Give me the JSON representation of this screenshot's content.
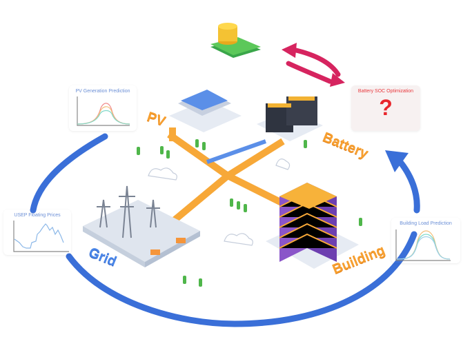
{
  "cards": {
    "pv_prediction": {
      "title": "PV Generation Prediction"
    },
    "battery_soc": {
      "title": "Battery SOC Optimization",
      "symbol": "?"
    },
    "usep_prices": {
      "title": "USEP Floating Prices"
    },
    "building_load": {
      "title": "Building Load Prediction"
    }
  },
  "labels": {
    "pv": "PV",
    "battery": "Battery",
    "grid": "Grid",
    "building": "Building"
  },
  "colors": {
    "cycle_arrow": "#3a6fd8",
    "exchange_arrow": "#d6245f",
    "road": "#f7a838",
    "label_orange": "#f7a031",
    "label_blue": "#4a86e8"
  }
}
